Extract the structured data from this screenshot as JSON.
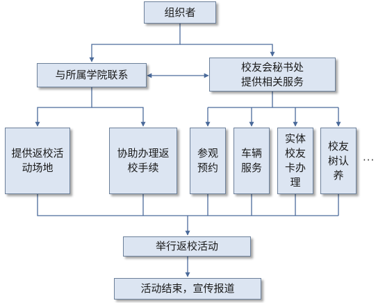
{
  "nodes": {
    "organizer": "组织者",
    "contact_college": "与所属学院联系",
    "alumni_office": "校友会秘书处\n提供相关服务",
    "provide_venue": "提供返校活\n动场地",
    "assist_procedures": "协助办理返\n校手续",
    "visit_booking": "参观\n预约",
    "vehicle_service": "车辆\n服务",
    "physical_card": "实体\n校友\n卡办\n理",
    "alumni_tree": "校友\n树认\n养",
    "hold_activity": "举行返校活动",
    "end_publicity": "活动结束，宣传报道"
  },
  "more_indicator": "···"
}
